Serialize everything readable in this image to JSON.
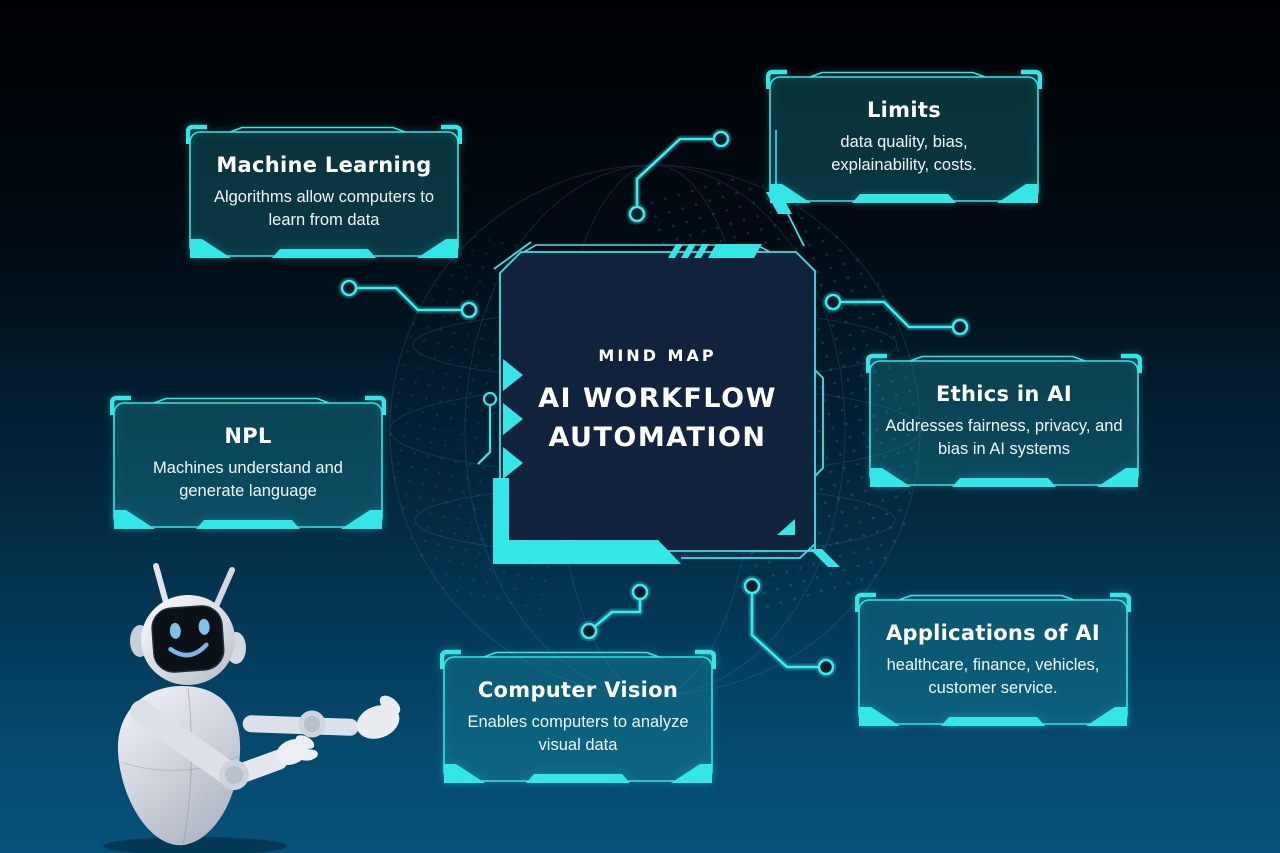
{
  "center": {
    "kicker": "MIND MAP",
    "title_lines": [
      "AI WORKFLOW",
      "AUTOMATION"
    ]
  },
  "nodes": [
    {
      "id": "machine-learning",
      "title": "Machine Learning",
      "description": "Algorithms allow computers to learn from data"
    },
    {
      "id": "limits",
      "title": "Limits",
      "description": "data quality, bias, explainability, costs."
    },
    {
      "id": "npl",
      "title": "NPL",
      "description": "Machines understand and generate language"
    },
    {
      "id": "ethics-in-ai",
      "title": "Ethics in AI",
      "description": "Addresses fairness, privacy, and bias in AI systems"
    },
    {
      "id": "computer-vision",
      "title": "Computer Vision",
      "description": "Enables computers to analyze visual data"
    },
    {
      "id": "applications-of-ai",
      "title": "Applications of AI",
      "description": "healthcare, finance, vehicles, customer service."
    }
  ],
  "illustration": {
    "icon": "robot-mascot-icon"
  },
  "colors": {
    "accent": "#35e6e6",
    "background_top": "#000103",
    "background_bottom": "#07527a",
    "panel_fill": "#12233d",
    "card_fill": "rgba(24,132,153,0.24)",
    "text": "#ffffff",
    "face_blue": "#85bfe8"
  }
}
